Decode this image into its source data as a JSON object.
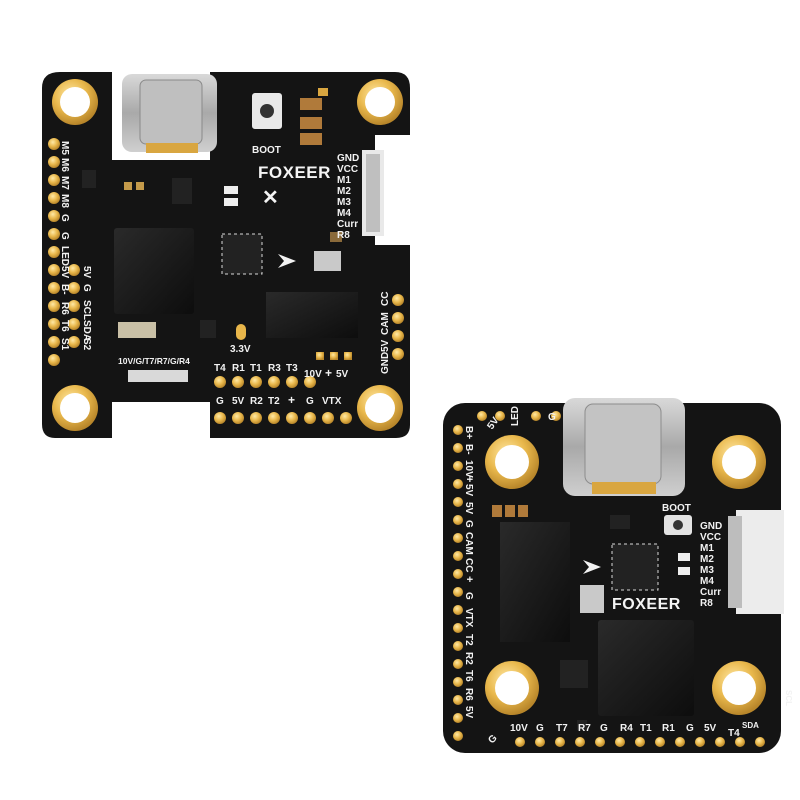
{
  "board1": {
    "brand": "FOXEER",
    "boot_label": "BOOT",
    "voltage_3v3": "3.3V",
    "uart_label": "10V/G/T7/R7/G/R4",
    "motor_header": [
      "GND",
      "VCC",
      "M1",
      "M2",
      "M3",
      "M4",
      "Curr",
      "R8"
    ],
    "left_col_1": [
      "M5",
      "M6",
      "M7",
      "M8",
      "G",
      "G",
      "LED",
      "5V",
      "B-",
      "R6",
      "T6",
      "S1"
    ],
    "left_col_2": [
      "5V",
      "G",
      "SCL",
      "SDA",
      "S2"
    ],
    "cam_labels": [
      "CC",
      "CAM",
      "5V",
      "GND"
    ],
    "bottom_row_1": [
      "T4",
      "R1",
      "T1",
      "R3",
      "T3"
    ],
    "bottom_row_2": [
      "G",
      "5V",
      "R2",
      "T2",
      "+",
      "G",
      "VTX"
    ],
    "vtx_power": [
      "10V",
      "+",
      "5V"
    ]
  },
  "board2": {
    "brand": "FOXEER",
    "boot_label": "BOOT",
    "motor_header": [
      "GND",
      "VCC",
      "M1",
      "M2",
      "M3",
      "M4",
      "Curr",
      "R8"
    ],
    "top_labels": [
      "5V",
      "LED",
      "G"
    ],
    "left_labels": [
      "B+",
      "B-",
      "10V",
      "+",
      "5V",
      "5V",
      "G",
      "CAM",
      "CC",
      "+",
      "G",
      "VTX",
      "T2",
      "R2",
      "T6",
      "R6",
      "5V"
    ],
    "bottom_labels": [
      "G",
      "10V",
      "G",
      "T7",
      "R7",
      "G",
      "R4",
      "T1",
      "R1",
      "G",
      "5V",
      "T4"
    ],
    "bottom_right": [
      "SDA",
      "SCL"
    ]
  },
  "colors": {
    "pcb": "#141414",
    "pad_gold": "#e8b64a",
    "silkscreen": "#f2f2f2",
    "usb_metal": "#b9b9b9"
  }
}
